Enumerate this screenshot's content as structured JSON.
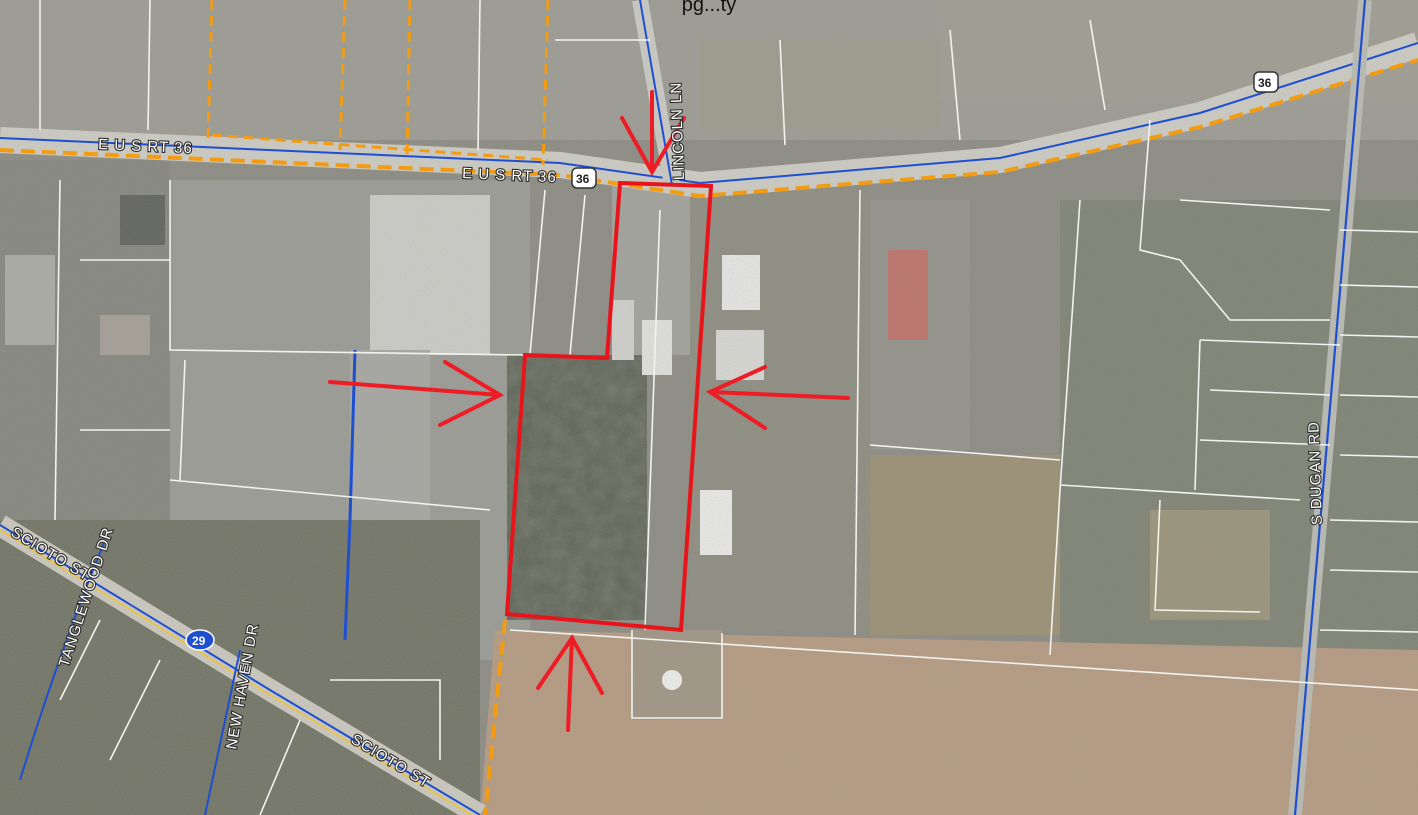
{
  "caption": "pg...ty",
  "labels": {
    "us_rt_36_west": "E U S RT 36",
    "us_rt_36_center": "E U S RT 36",
    "lincoln_ln": "LINCOLN LN",
    "s_dugan_rd": "S DUGAN RD",
    "scioto_st_upper": "SCIOTO ST",
    "scioto_st_lower": "SCIOTO ST",
    "tanglewood_dr": "TANGLEWOOD DR",
    "new_haven_dr": "NEW HAVEN DR"
  },
  "shields": {
    "rt36_a": "36",
    "rt36_b": "36",
    "rt29": "29"
  },
  "colors": {
    "highlight": "#e8141b",
    "arrow": "#ee1c25",
    "parcel_line": "#ffffff",
    "road_centerline": "#1f4fd1",
    "corporate_boundary": "#f39c12",
    "aerial_base": "#8a8a80"
  },
  "icons": [
    "north-arrow",
    "south-arrow",
    "west-arrow",
    "east-arrow"
  ]
}
